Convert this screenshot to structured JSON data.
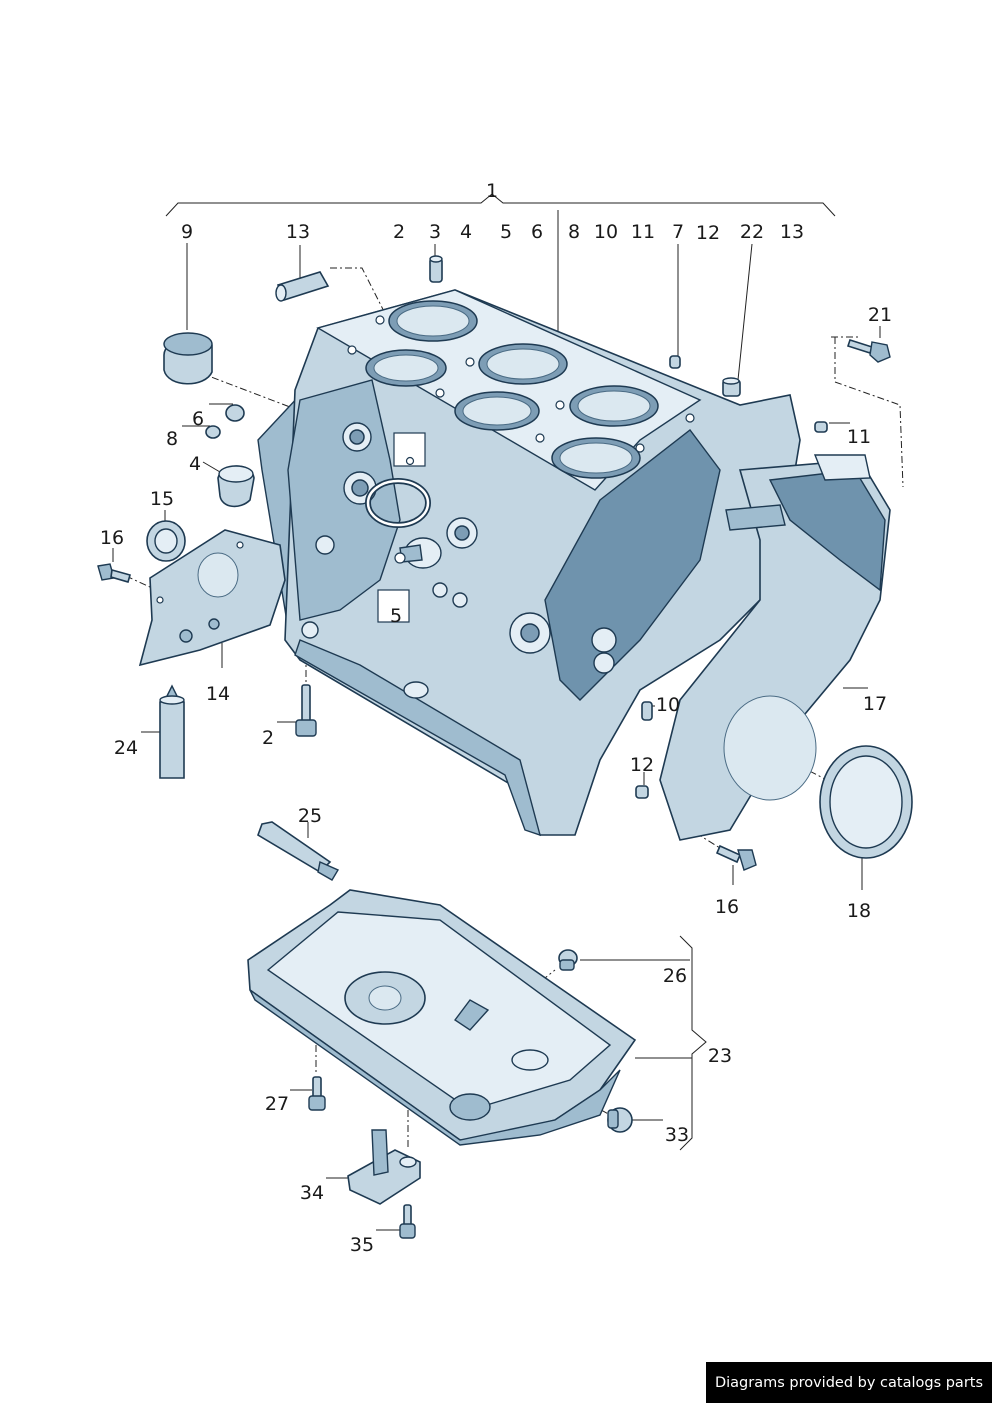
{
  "callouts": [
    {
      "id": "c1",
      "label": "1"
    },
    {
      "id": "c2a",
      "label": "2"
    },
    {
      "id": "c2b",
      "label": "2"
    },
    {
      "id": "c3",
      "label": "3"
    },
    {
      "id": "c4a",
      "label": "4"
    },
    {
      "id": "c4b",
      "label": "4"
    },
    {
      "id": "c5a",
      "label": "5"
    },
    {
      "id": "c5b",
      "label": "5"
    },
    {
      "id": "c6a",
      "label": "6"
    },
    {
      "id": "c6b",
      "label": "6"
    },
    {
      "id": "c7",
      "label": "7"
    },
    {
      "id": "c8a",
      "label": "8"
    },
    {
      "id": "c8b",
      "label": "8"
    },
    {
      "id": "c9",
      "label": "9"
    },
    {
      "id": "c10a",
      "label": "10"
    },
    {
      "id": "c10b",
      "label": "10"
    },
    {
      "id": "c11a",
      "label": "11"
    },
    {
      "id": "c11b",
      "label": "11"
    },
    {
      "id": "c12a",
      "label": "12"
    },
    {
      "id": "c12b",
      "label": "12"
    },
    {
      "id": "c13a",
      "label": "13"
    },
    {
      "id": "c13b",
      "label": "13"
    },
    {
      "id": "c14",
      "label": "14"
    },
    {
      "id": "c15",
      "label": "15"
    },
    {
      "id": "c16a",
      "label": "16"
    },
    {
      "id": "c16b",
      "label": "16"
    },
    {
      "id": "c17",
      "label": "17"
    },
    {
      "id": "c18",
      "label": "18"
    },
    {
      "id": "c21",
      "label": "21"
    },
    {
      "id": "c22",
      "label": "22"
    },
    {
      "id": "c23",
      "label": "23"
    },
    {
      "id": "c24",
      "label": "24"
    },
    {
      "id": "c25",
      "label": "25"
    },
    {
      "id": "c26",
      "label": "26"
    },
    {
      "id": "c27",
      "label": "27"
    },
    {
      "id": "c33",
      "label": "33"
    },
    {
      "id": "c34",
      "label": "34"
    },
    {
      "id": "c35",
      "label": "35"
    }
  ],
  "footer": {
    "text": "Diagrams provided by catalogs parts"
  },
  "colors": {
    "part_fill": "#c3d6e2",
    "part_stroke": "#1e3a52",
    "footer_bg": "#000000"
  }
}
